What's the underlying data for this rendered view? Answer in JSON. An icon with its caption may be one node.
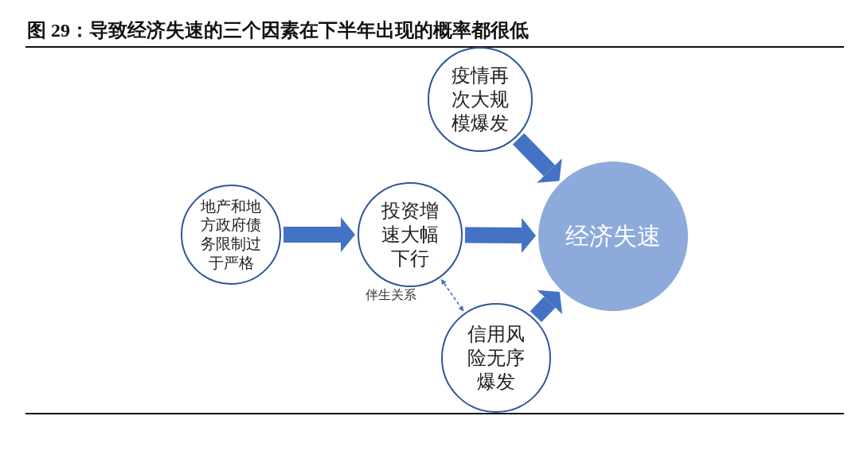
{
  "diagram": {
    "title": "图 29：导致经济失速的三个因素在下半年出现的概率都很低",
    "nodes": [
      {
        "text": [
          "疫情再次大规模爆发"
        ]
      },
      {
        "text": [
          "地产和地方政府债务限制过于严格"
        ]
      },
      {
        "text": [
          "投资增速大幅下行"
        ]
      },
      {
        "text": [
          "经济失速"
        ]
      },
      {
        "text": [
          "信用风险无序爆发"
        ]
      }
    ],
    "edges": [
      {
        "from": 1,
        "to": 2,
        "arrow": "to"
      },
      {
        "from": 2,
        "to": 3,
        "arrow": "to"
      },
      {
        "from": 0,
        "to": 3,
        "arrow": "to"
      },
      {
        "from": 4,
        "to": 3,
        "arrow": "to"
      },
      {
        "from": 2,
        "to": 4,
        "arrow": "both",
        "style": "dashed",
        "label": "伴生关系"
      }
    ]
  }
}
